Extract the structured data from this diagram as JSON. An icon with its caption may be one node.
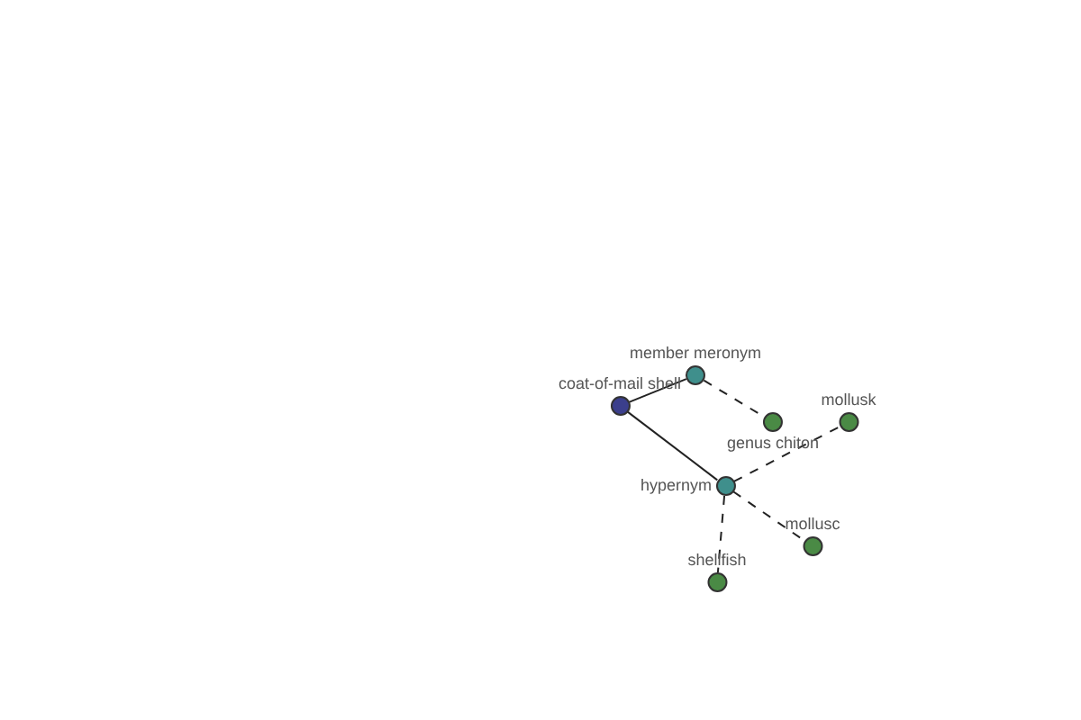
{
  "diagram": {
    "nodes": [
      {
        "text": [
          "coat-of-mail shell"
        ]
      },
      {
        "text": [
          "member meronym"
        ]
      },
      {
        "text": [
          "genus chiton"
        ]
      },
      {
        "text": [
          "mollusk"
        ]
      },
      {
        "text": [
          "hypernym"
        ]
      },
      {
        "text": [
          "mollusc"
        ]
      },
      {
        "text": [
          "shellfish"
        ]
      }
    ],
    "edges": [
      {
        "from": 0,
        "to": 1,
        "arrow": "none"
      },
      {
        "from": 0,
        "to": 4,
        "arrow": "none"
      },
      {
        "from": 1,
        "to": 2,
        "arrow": "none",
        "style": "dashed"
      },
      {
        "from": 4,
        "to": 3,
        "arrow": "none",
        "style": "dashed"
      },
      {
        "from": 4,
        "to": 5,
        "arrow": "none",
        "style": "dashed"
      },
      {
        "from": 4,
        "to": 6,
        "arrow": "none",
        "style": "dashed"
      }
    ]
  }
}
